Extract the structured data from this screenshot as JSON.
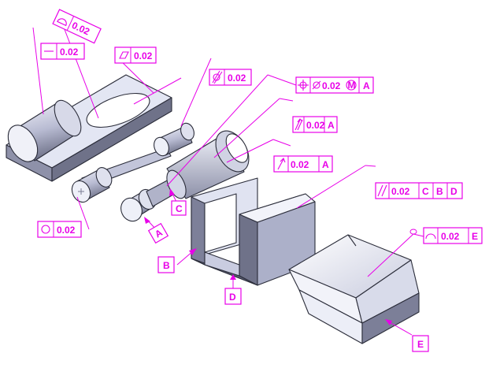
{
  "colors": {
    "annotation": "#e800e8",
    "part_light": "#e6e9f6",
    "part_mid": "#b2b6cf",
    "part_dark": "#6f7289",
    "outline": "#2b2d3a"
  },
  "callouts": {
    "profile_surface": {
      "symbol": "profile-of-surface-icon",
      "value": "0.02"
    },
    "straightness": {
      "symbol": "straightness-icon",
      "value": "0.02"
    },
    "flatness": {
      "symbol": "flatness-icon",
      "value": "0.02"
    },
    "cylindricity": {
      "symbol": "cylindricity-icon",
      "value": "0.02"
    },
    "circularity": {
      "symbol": "circularity-icon",
      "value": "0.02"
    },
    "position": {
      "symbol": "position-icon",
      "value": "0.02",
      "modifier": "M",
      "datum": "A"
    },
    "total_runout": {
      "symbol": "total-runout-icon",
      "value": "0.02",
      "datum": "A"
    },
    "circular_runout": {
      "symbol": "circular-runout-icon",
      "value": "0.02",
      "datum": "A"
    },
    "parallelism": {
      "symbol": "parallelism-icon",
      "value": "0.02",
      "datums": [
        "C",
        "B",
        "D"
      ]
    },
    "profile_line": {
      "symbol": "profile-of-line-icon",
      "value": "0.02",
      "datum": "E"
    }
  },
  "datums": [
    "A",
    "B",
    "C",
    "D",
    "E"
  ]
}
